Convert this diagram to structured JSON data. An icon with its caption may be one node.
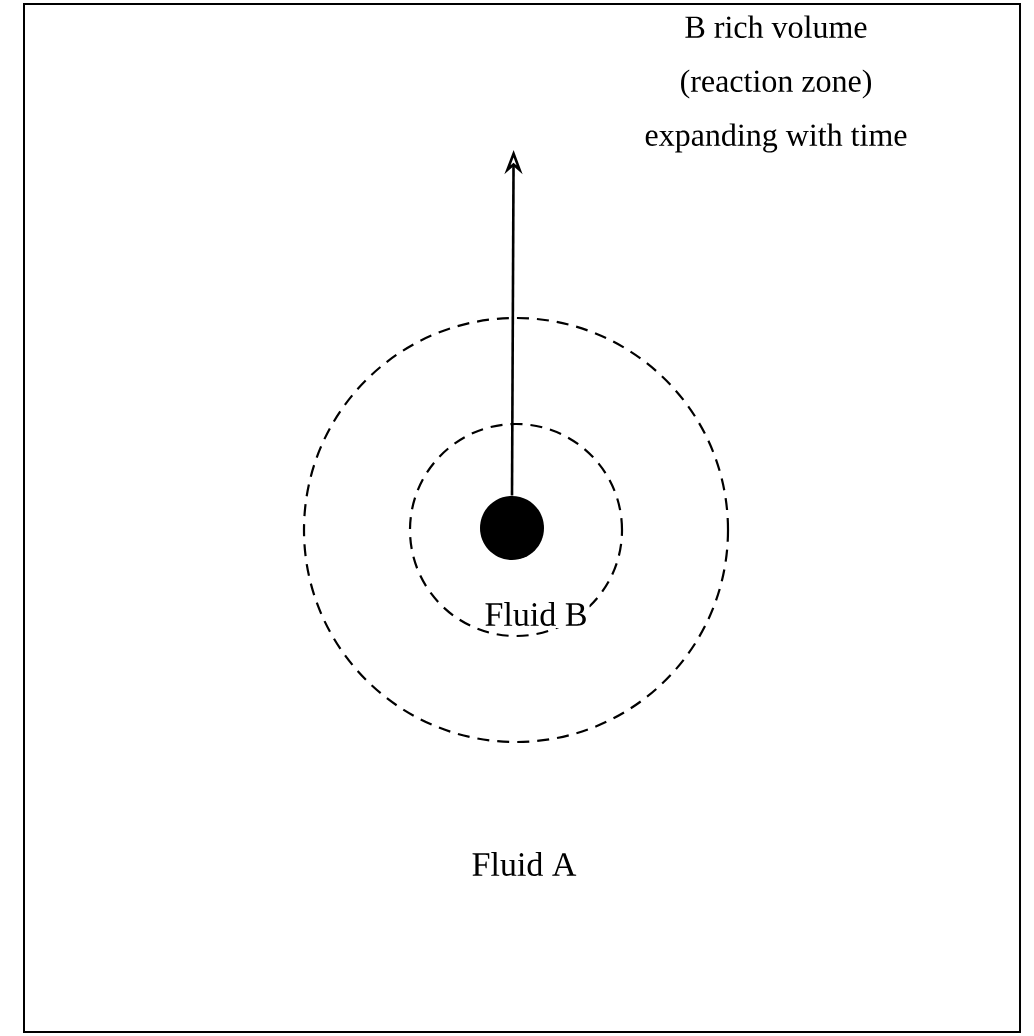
{
  "diagram": {
    "nodes": [
      {
        "text": [
          "Fluid A"
        ]
      },
      {
        "text": [],
        "shape": "circle",
        "in": 0
      },
      {
        "text": [
          "B rich volume (reaction zone) expanding with time"
        ],
        "in": 0
      }
    ],
    "edges": [
      {
        "from": 1,
        "to": 2,
        "arrow": "to"
      }
    ],
    "labels": [
      "Fluid B"
    ]
  }
}
